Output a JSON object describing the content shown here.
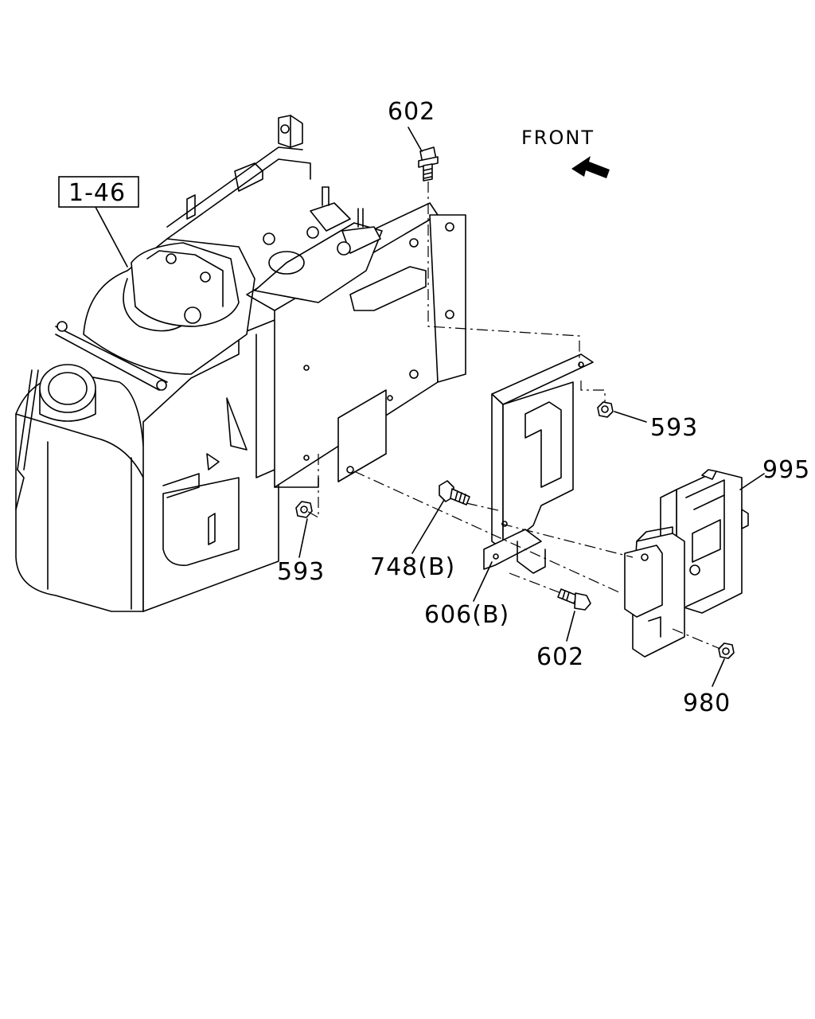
{
  "callouts": {
    "ref_box": "1-46",
    "bolt_top": "602",
    "front": "FRONT",
    "nut_right": "593",
    "ecu": "995",
    "nut_left": "593",
    "bolt_b": "748(B)",
    "bracket": "606(B)",
    "bolt_bottom": "602",
    "nut_ecu": "980"
  }
}
